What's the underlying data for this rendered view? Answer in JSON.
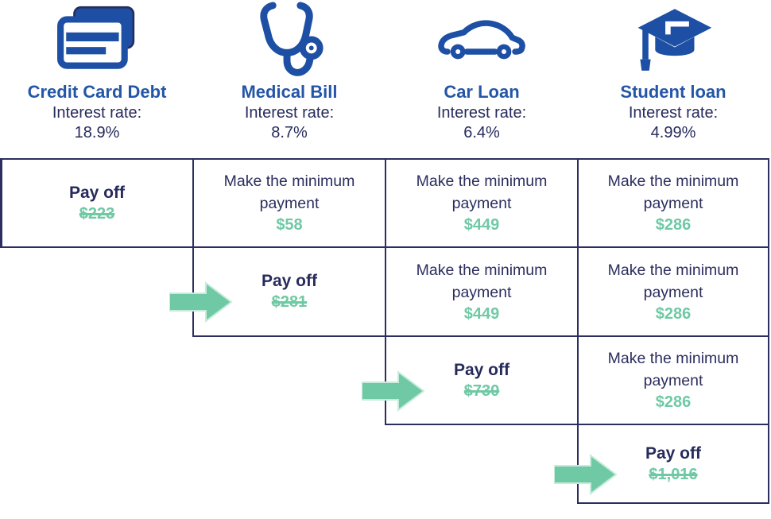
{
  "diagram_title": "Debt payoff order diagram",
  "palette": {
    "navy": "#272b5c",
    "heading_blue": "#2456a8",
    "icon_blue": "#1d4fa4",
    "green": "#6fc9a4",
    "border": "#2b2e5e",
    "background": "#ffffff"
  },
  "labels": {
    "pay_off": "Pay off",
    "minimum_payment": "Make the minimum payment"
  },
  "columns": [
    {
      "icon": "credit-card-icon",
      "title": "Credit Card Debt",
      "interest_label": "Interest rate:",
      "interest_rate": "18.9%"
    },
    {
      "icon": "stethoscope-icon",
      "title": "Medical Bill",
      "interest_label": "Interest rate:",
      "interest_rate": "8.7%"
    },
    {
      "icon": "car-icon",
      "title": "Car Loan",
      "interest_label": "Interest rate:",
      "interest_rate": "6.4%"
    },
    {
      "icon": "graduation-cap-icon",
      "title": "Student loan",
      "interest_label": "Interest rate:",
      "interest_rate": "4.99%"
    }
  ],
  "grid": {
    "rows": [
      {
        "cells": [
          {
            "col": 0,
            "type": "pay_off",
            "amount": "$223",
            "struck": true,
            "arrow": false
          },
          {
            "col": 1,
            "type": "minimum",
            "amount": "$58",
            "struck": false,
            "arrow": false
          },
          {
            "col": 2,
            "type": "minimum",
            "amount": "$449",
            "struck": false,
            "arrow": false
          },
          {
            "col": 3,
            "type": "minimum",
            "amount": "$286",
            "struck": false,
            "arrow": false
          }
        ]
      },
      {
        "cells": [
          {
            "col": 1,
            "type": "pay_off",
            "amount": "$281",
            "struck": true,
            "arrow": true
          },
          {
            "col": 2,
            "type": "minimum",
            "amount": "$449",
            "struck": false,
            "arrow": false
          },
          {
            "col": 3,
            "type": "minimum",
            "amount": "$286",
            "struck": false,
            "arrow": false
          }
        ]
      },
      {
        "cells": [
          {
            "col": 2,
            "type": "pay_off",
            "amount": "$730",
            "struck": true,
            "arrow": true
          },
          {
            "col": 3,
            "type": "minimum",
            "amount": "$286",
            "struck": false,
            "arrow": false
          }
        ]
      },
      {
        "cells": [
          {
            "col": 3,
            "type": "pay_off",
            "amount": "$1,016",
            "struck": true,
            "arrow": true
          }
        ]
      }
    ]
  }
}
